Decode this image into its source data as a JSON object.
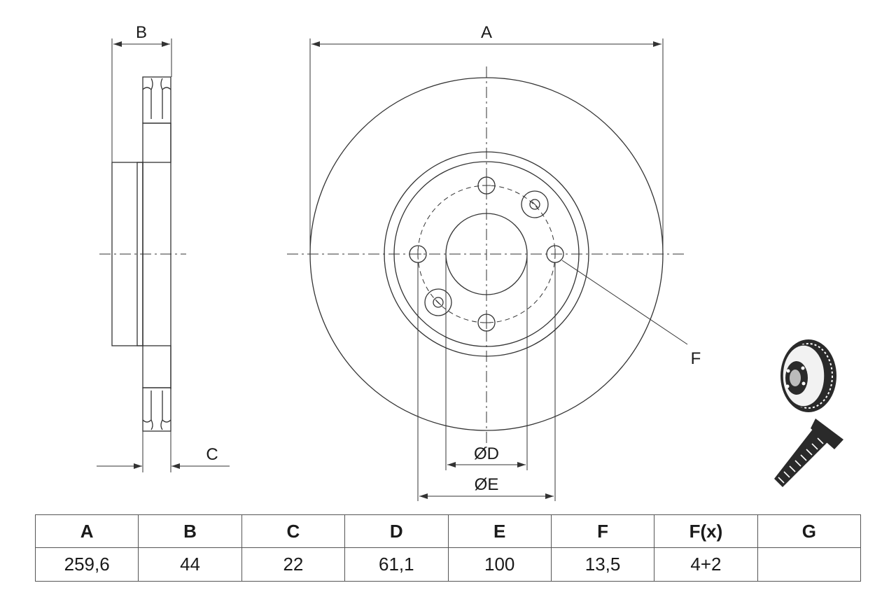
{
  "dimension_labels": {
    "a": "A",
    "b": "B",
    "c": "C",
    "d": "ØD",
    "e": "ØE",
    "f": "F"
  },
  "spec_table": {
    "headers": [
      "A",
      "B",
      "C",
      "D",
      "E",
      "F",
      "F(x)",
      "G"
    ],
    "values": [
      "259,6",
      "44",
      "22",
      "61,1",
      "100",
      "13,5",
      "4+2",
      ""
    ]
  },
  "colors": {
    "line": "#333333",
    "text": "#1a1a1a"
  },
  "icons": [
    "brake-disc-icon",
    "screw-icon"
  ]
}
